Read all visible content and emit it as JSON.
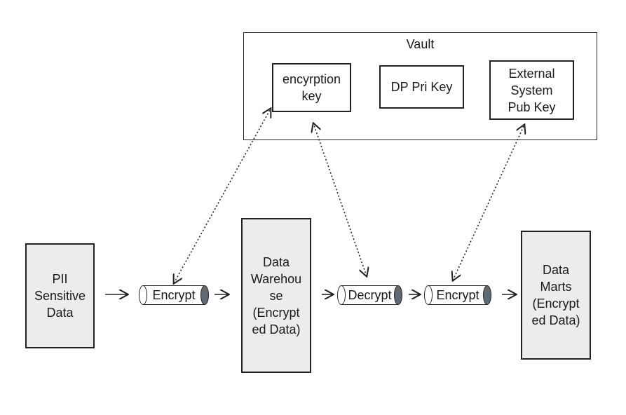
{
  "vault": {
    "title": "Vault",
    "keys": [
      {
        "label": "encyrption\nkey"
      },
      {
        "label": "DP Pri Key"
      },
      {
        "label": "External\nSystem\nPub Key"
      }
    ]
  },
  "stores": [
    {
      "label": "PII\nSensitive\nData"
    },
    {
      "label": "Data\nWarehou\nse\n(Encrypt\ned Data)"
    },
    {
      "label": "Data\nMarts\n(Encrypt\ned Data)"
    }
  ],
  "pipes": [
    {
      "label": "Encrypt"
    },
    {
      "label": "Decrypt"
    },
    {
      "label": "Encrypt"
    }
  ],
  "colors": {
    "stroke": "#222222",
    "store_fill": "#ececec",
    "pipe_cap": "#5f6a73"
  }
}
